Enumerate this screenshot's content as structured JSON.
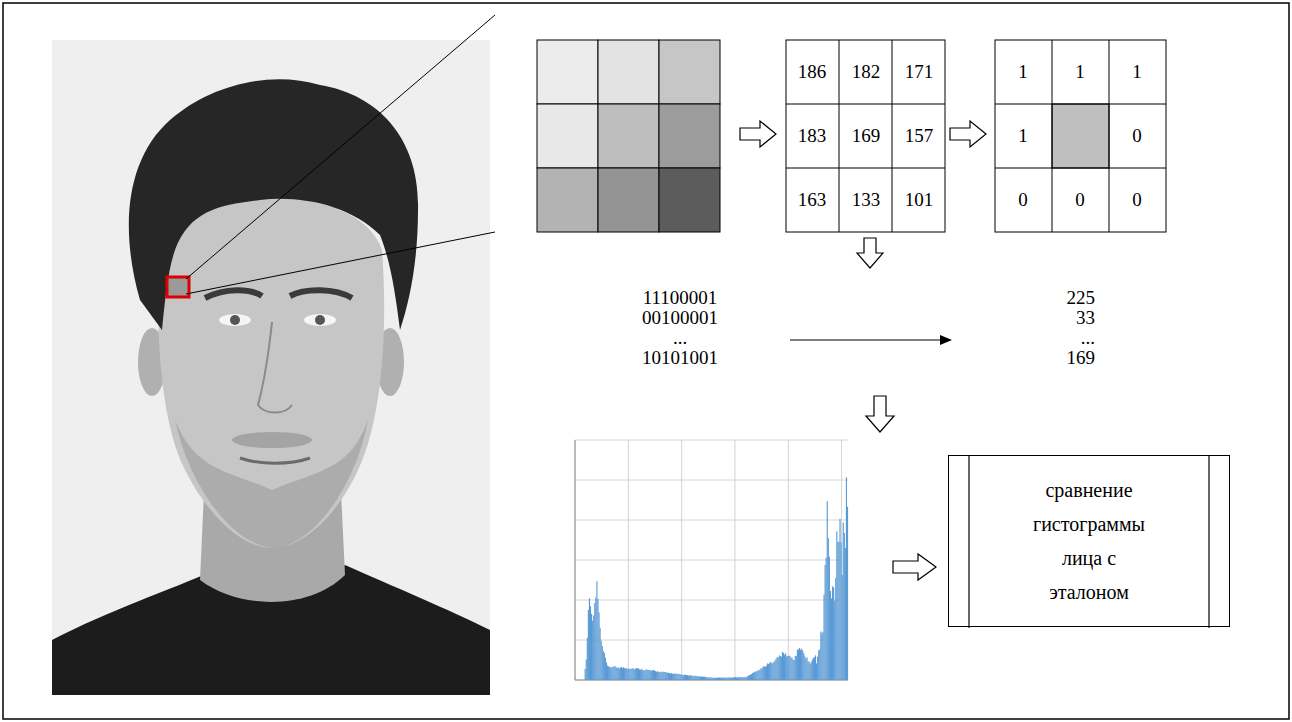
{
  "diagram": {
    "nodes": [
      {
        "text": [
          "сравнение гистограммы лица с эталоном"
        ]
      }
    ],
    "labels": [
      "186",
      "182",
      "171",
      "183",
      "169",
      "157",
      "163",
      "133",
      "101",
      "1",
      "1",
      "1",
      "1",
      "0",
      "0",
      "0",
      "0",
      "11100001",
      "00100001",
      "...",
      "10101001",
      "225",
      "33",
      "...",
      "169"
    ]
  }
}
